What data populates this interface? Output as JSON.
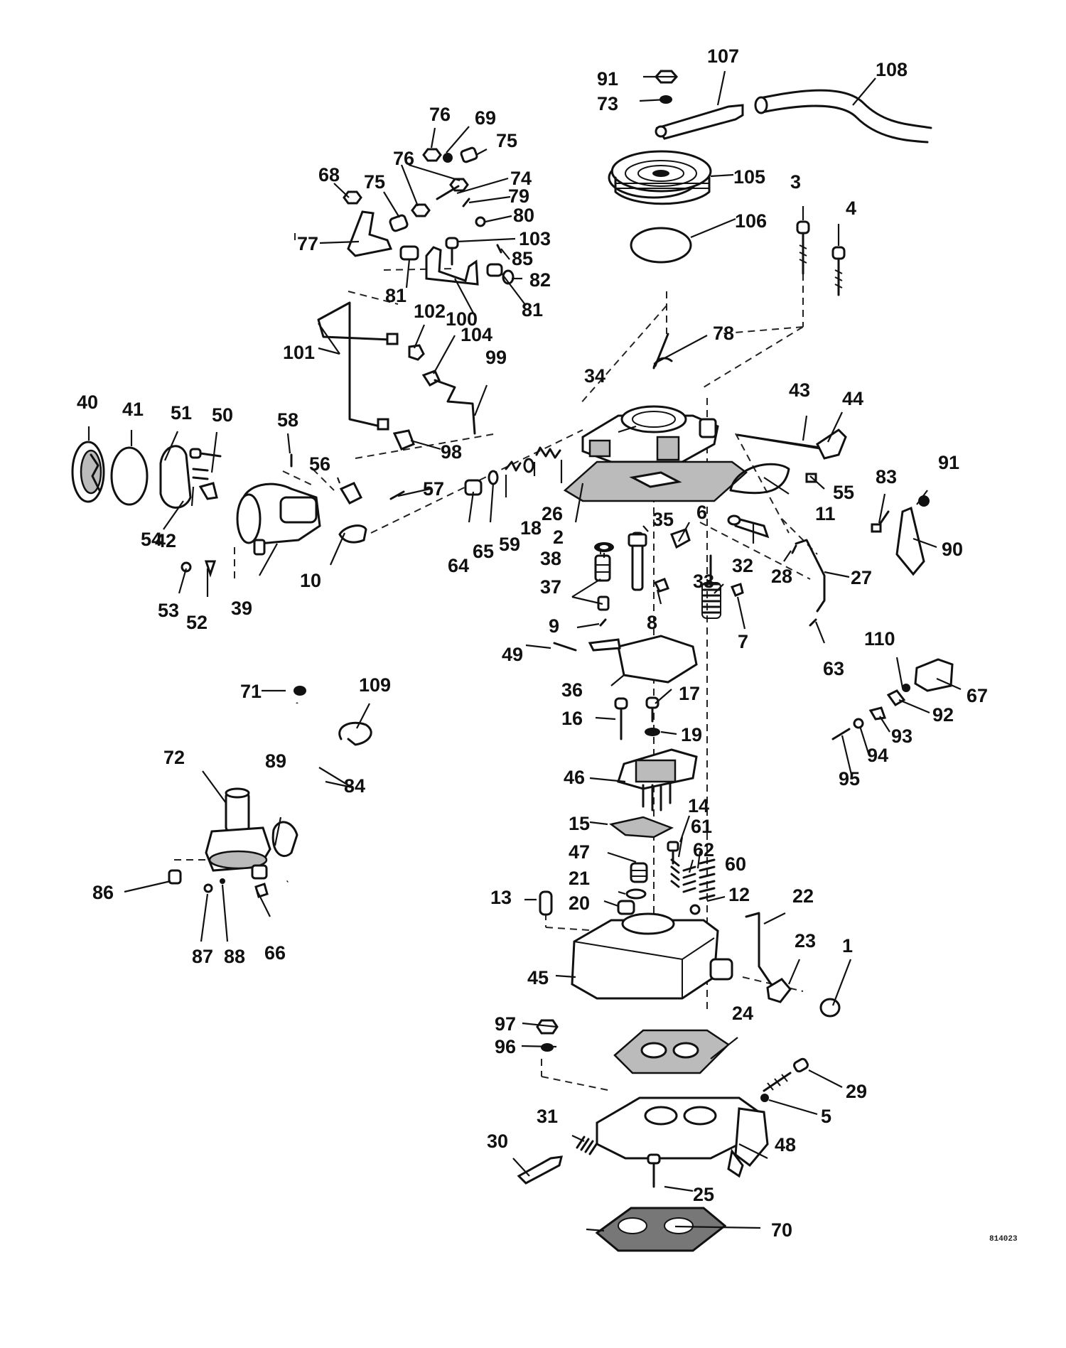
{
  "diagram": {
    "reference_code": "814023",
    "callouts": {
      "1": "1",
      "2": "2",
      "3": "3",
      "4": "4",
      "5": "5",
      "6": "6",
      "7": "7",
      "8": "8",
      "9": "9",
      "10": "10",
      "11": "11",
      "12": "12",
      "13": "13",
      "14": "14",
      "15": "15",
      "16": "16",
      "17": "17",
      "18": "18",
      "19": "19",
      "20": "20",
      "21": "21",
      "22": "22",
      "23": "23",
      "24": "24",
      "25": "25",
      "26": "26",
      "27": "27",
      "28": "28",
      "29": "29",
      "30": "30",
      "31": "31",
      "32": "32",
      "33": "33",
      "34": "34",
      "35": "35",
      "36": "36",
      "37": "37",
      "38": "38",
      "39": "39",
      "40": "40",
      "41": "41",
      "42": "42",
      "43": "43",
      "44": "44",
      "45": "45",
      "46": "46",
      "47": "47",
      "48": "48",
      "49": "49",
      "50": "50",
      "51": "51",
      "52": "52",
      "53": "53",
      "54": "54",
      "55": "55",
      "56": "56",
      "57": "57",
      "58": "58",
      "59": "59",
      "60": "60",
      "61": "61",
      "62": "62",
      "63": "63",
      "64": "64",
      "65": "65",
      "66": "66",
      "67": "67",
      "68": "68",
      "69": "69",
      "70": "70",
      "71": "71",
      "72": "72",
      "73": "73",
      "74": "74",
      "75a": "75",
      "75b": "75",
      "76a": "76",
      "76b": "76",
      "77": "77",
      "78": "78",
      "79": "79",
      "80": "80",
      "81a": "81",
      "81b": "81",
      "82": "82",
      "83": "83",
      "84": "84",
      "85": "85",
      "86": "86",
      "87": "87",
      "88": "88",
      "89": "89",
      "90": "90",
      "91a": "91",
      "91b": "91",
      "92": "92",
      "93": "93",
      "94": "94",
      "95": "95",
      "96": "96",
      "97": "97",
      "98": "98",
      "99": "99",
      "100": "100",
      "101": "101",
      "102": "102",
      "103": "103",
      "104": "104",
      "105": "105",
      "106": "106",
      "107": "107",
      "108": "108",
      "109": "109",
      "110": "110"
    }
  }
}
